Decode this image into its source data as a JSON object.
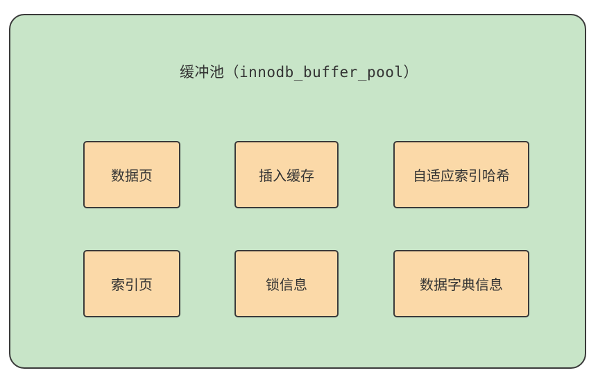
{
  "pool": {
    "title": "缓冲池（innodb_buffer_pool）"
  },
  "components": {
    "data_page": "数据页",
    "insert_buffer": "插入缓存",
    "adaptive_hash_index": "自适应索引哈希",
    "index_page": "索引页",
    "lock_info": "锁信息",
    "data_dictionary_info": "数据字典信息"
  },
  "colors": {
    "pool_fill": "#c8e5c8",
    "box_fill": "#fbd9a8",
    "stroke": "#3a3a3a",
    "text": "#333333"
  }
}
